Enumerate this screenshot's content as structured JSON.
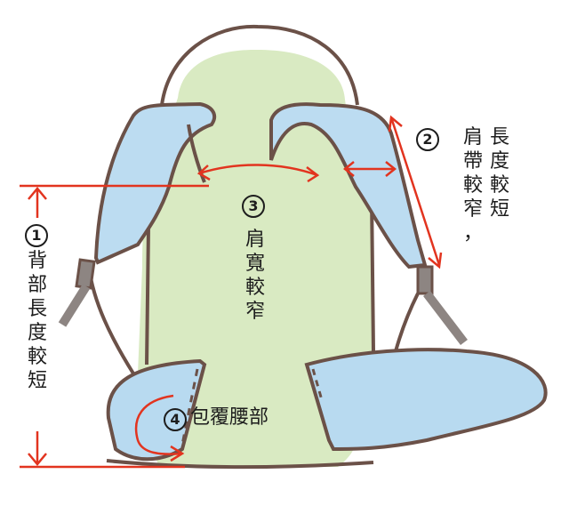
{
  "diagram": {
    "subject": "backpack",
    "colors": {
      "outline": "#6b5148",
      "body_fill": "#d7e9bf",
      "strap_fill": "#bcdcf1",
      "hip_belt_fill": "#b8daf0",
      "buckle_fill": "#8d8582",
      "arrow": "#e2341f",
      "text": "#1d1d1d"
    },
    "annotations": [
      {
        "number": "1",
        "label": "背\n部\n長\n度\n較\n短",
        "text": "背部長度較短"
      },
      {
        "number": "2",
        "label_col1": "長\n度\n較\n短",
        "label_col2": "肩\n帶\n較\n窄\n，",
        "text": "肩帶較窄，長度較短"
      },
      {
        "number": "3",
        "label": "肩\n寬\n較\n窄",
        "text": "肩寬較窄"
      },
      {
        "number": "4",
        "label": "包覆腰部",
        "text": "包覆腰部"
      }
    ]
  }
}
